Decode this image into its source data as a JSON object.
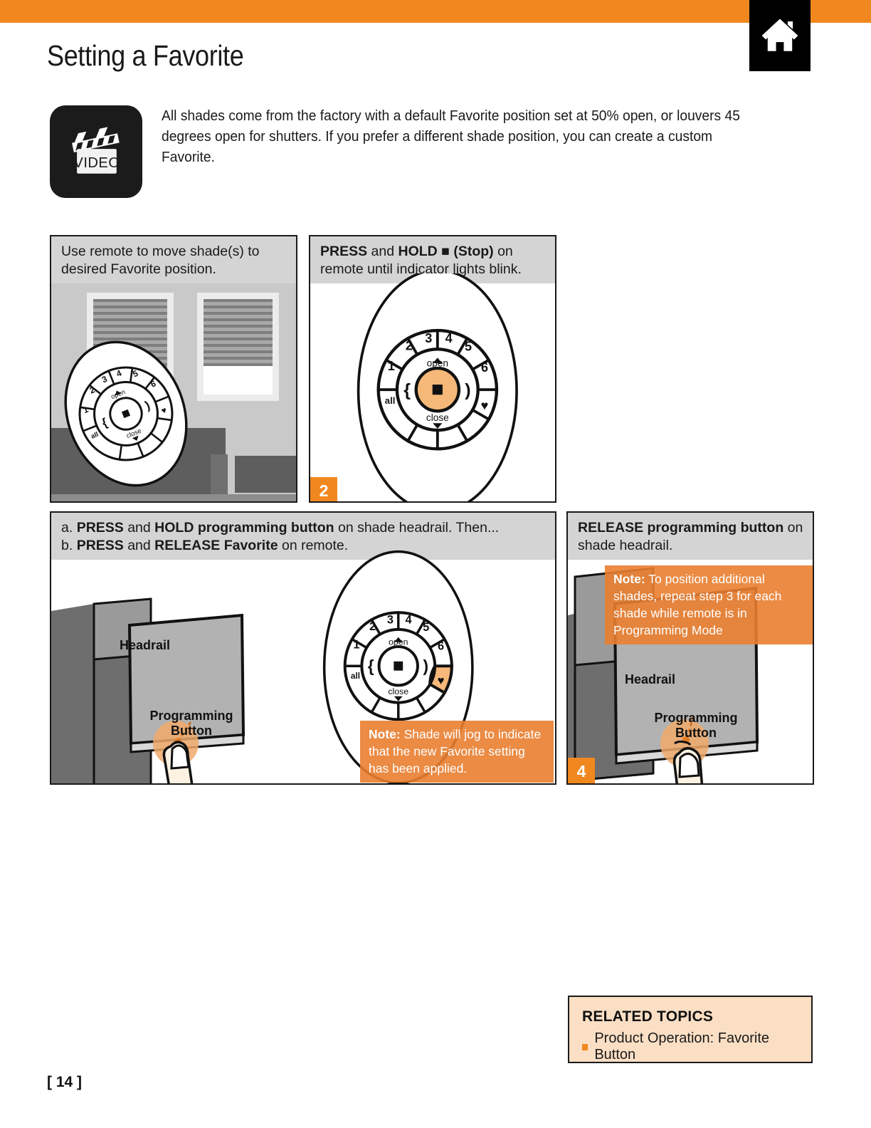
{
  "header": {
    "title": "Setting a Favorite",
    "home_icon": "home-icon",
    "accent_color": "#F0881F"
  },
  "intro": {
    "video_icon_label": "VIDEO",
    "text": "All shades come from the factory with a default Favorite position set at 50% open, or louvers 45 degrees open for shutters. If you prefer a different shade position, you can create a custom Favorite."
  },
  "remote": {
    "outer_buttons": [
      "all",
      "1",
      "2",
      "3",
      "4",
      "5",
      "6",
      "heart"
    ],
    "open_label": "open",
    "close_label": "close",
    "left_tilt": "{",
    "right_tilt": ")",
    "stop_label": "stop",
    "favorite_glyph": "♥"
  },
  "steps": [
    {
      "number": "",
      "head_parts": [
        {
          "t": "Use remote to move shade(s) to desired Favorite position.",
          "b": false
        }
      ],
      "head_plain": "Use remote to move shade(s) to desired Favorite position."
    },
    {
      "number": "2",
      "head_parts": [
        {
          "t": "PRESS",
          "b": true
        },
        {
          "t": " and ",
          "b": false
        },
        {
          "t": "HOLD ■ (Stop)",
          "b": true
        },
        {
          "t": " on remote until indicator lights blink.",
          "b": false
        }
      ],
      "head_plain": "PRESS and HOLD ■ (Stop) on remote until indicator lights blink."
    },
    {
      "number": "",
      "head_line_a_prefix": "a. ",
      "head_line_b_prefix": "b. ",
      "head_plain": "a. PRESS and HOLD programming button on shade headrail.  Then... b. PRESS and RELEASE Favorite on remote.",
      "note": {
        "label": "Note:",
        "text": "Shade will jog to indicate that the new Favorite setting has been applied."
      },
      "labels": {
        "headrail": "Headrail",
        "programming_button": "Programming\nButton"
      }
    },
    {
      "number": "4",
      "head_plain": "RELEASE programming button on shade headrail.",
      "note": {
        "label": "Note:",
        "text": "To position additional shades, repeat step 3 for each shade while remote is in Programming Mode"
      },
      "labels": {
        "headrail": "Headrail",
        "programming_button": "Programming\nButton"
      }
    }
  ],
  "step1": {
    "head": "Use remote to move shade(s) to desired Favorite position."
  },
  "step2": {
    "head_b1": "PRESS",
    "head_mid1": " and ",
    "head_b2": "HOLD ■ (Stop)",
    "head_tail": " on remote until indicator lights blink.",
    "badge": "2"
  },
  "step3": {
    "line_a_pre": "a. ",
    "line_a_b1": "PRESS",
    "line_a_mid": " and ",
    "line_a_b2": "HOLD programming button",
    "line_a_tail": " on shade headrail.  Then...",
    "line_b_pre": "b. ",
    "line_b_b1": "PRESS",
    "line_b_mid": " and ",
    "line_b_b2": "RELEASE Favorite",
    "line_b_tail": " on remote.",
    "headrail_label": "Headrail",
    "pb_label_line1": "Programming",
    "pb_label_line2": "Button",
    "note_label": "Note:",
    "note_text": "Shade will jog to indicate that the new Favorite setting has been applied."
  },
  "step4": {
    "head_b1": "RELEASE programming button",
    "head_tail": " on shade headrail.",
    "badge": "4",
    "headrail_label": "Headrail",
    "pb_label_line1": "Programming",
    "pb_label_line2": "Button",
    "note_label": "Note:",
    "note_text": "To position additional shades, repeat step 3 for each shade while remote is in Programming Mode"
  },
  "related": {
    "title": "RELATED TOPICS",
    "items": [
      "Product Operation: Favorite Button"
    ]
  },
  "footer": {
    "page": "[ 14 ]"
  }
}
